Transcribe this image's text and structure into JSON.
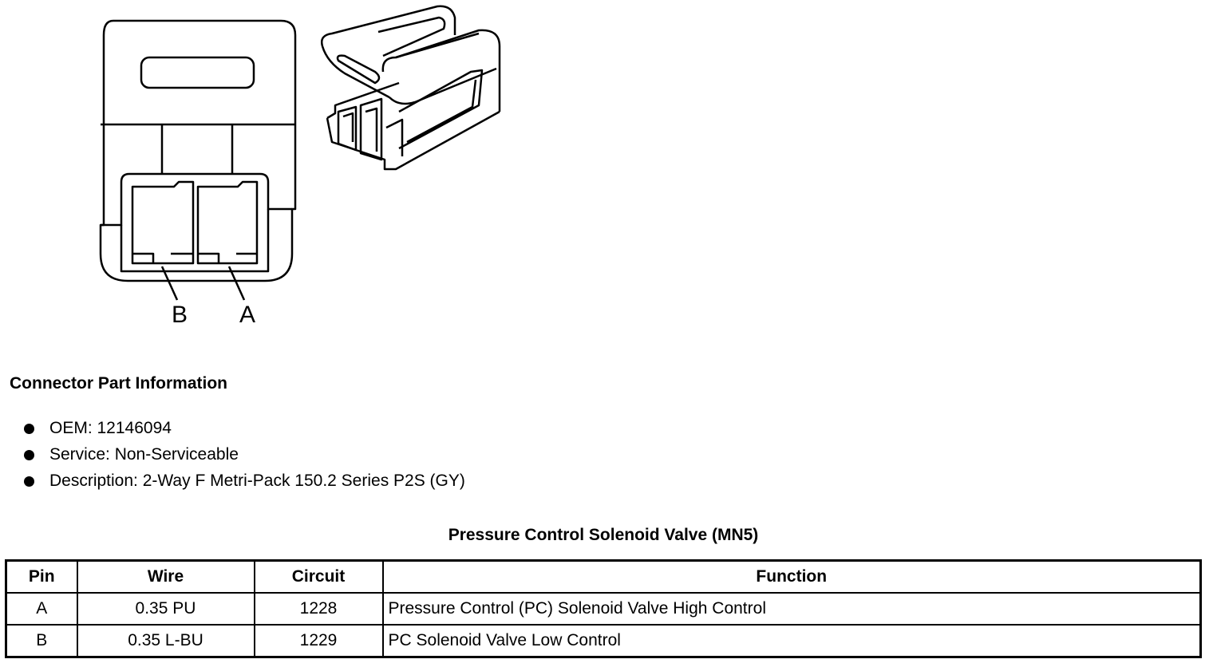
{
  "diagram": {
    "pin_labels": [
      "B",
      "A"
    ]
  },
  "connector_info": {
    "heading": "Connector Part Information",
    "items": [
      "OEM: 12146094",
      "Service: Non-Serviceable",
      "Description: 2-Way F Metri-Pack 150.2 Series P2S (GY)"
    ]
  },
  "table": {
    "title": "Pressure Control Solenoid Valve (MN5)",
    "headers": [
      "Pin",
      "Wire",
      "Circuit",
      "Function"
    ],
    "rows": [
      [
        "A",
        "0.35 PU",
        "1228",
        "Pressure Control (PC) Solenoid Valve High Control"
      ],
      [
        "B",
        "0.35 L-BU",
        "1229",
        "PC Solenoid Valve Low Control"
      ]
    ]
  }
}
